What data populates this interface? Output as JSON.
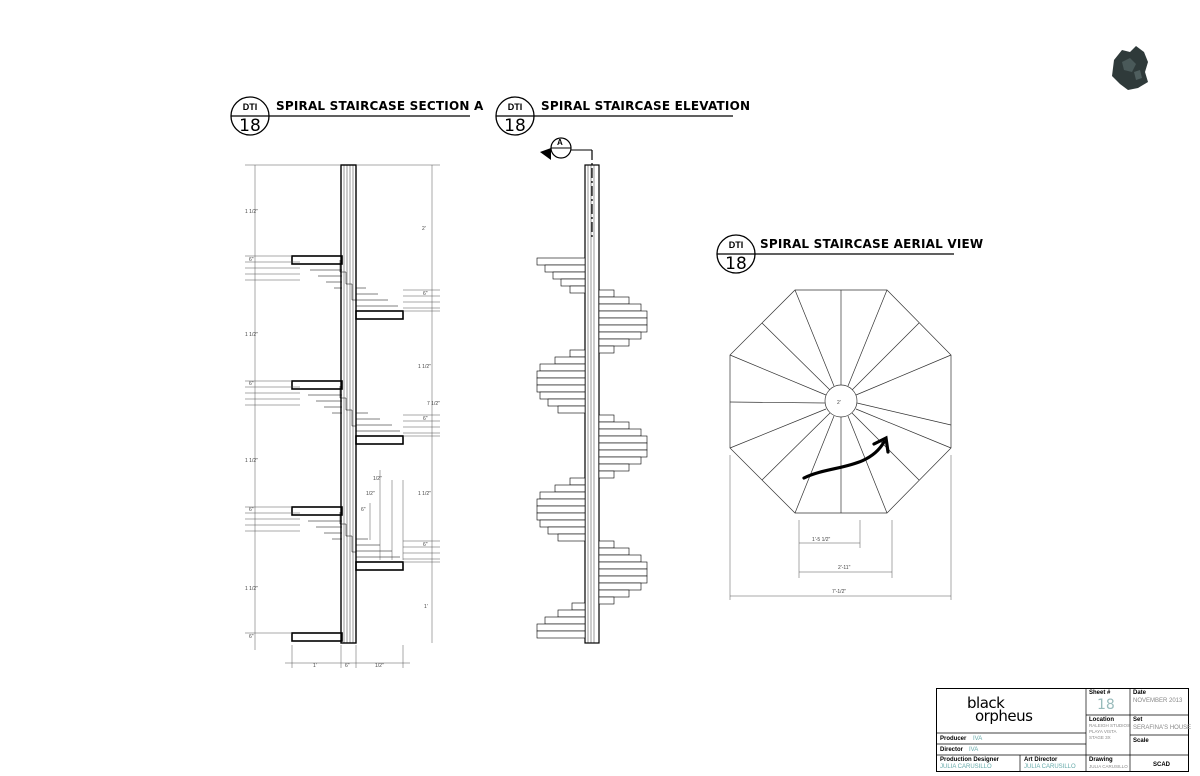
{
  "views": [
    {
      "tag": "DTI",
      "number": "18",
      "title": "SPIRAL STAIRCASE SECTION A"
    },
    {
      "tag": "DTI",
      "number": "18",
      "title": "SPIRAL STAIRCASE ELEVATION"
    },
    {
      "tag": "DTI",
      "number": "18",
      "title": "SPIRAL STAIRCASE AERIAL VIEW"
    }
  ],
  "section_marker": "A",
  "dims": {
    "section_left": [
      "1 1/2\"",
      "1 1/2\"",
      "1 1/2\"",
      "1 1/2\""
    ],
    "section_right": [
      "2'",
      "1 1/2\"",
      "7 1/2\"",
      "1 1/2\"",
      "1'"
    ],
    "tread": "6\"",
    "bottom": [
      "1'",
      "6\"",
      "1/2\""
    ],
    "inner": [
      "1/2\"",
      "1/2\"",
      "6\""
    ],
    "aerial_center": "2'",
    "aerial": [
      "1'-5 1/2\"",
      "2'-11\"",
      "7'-1/2\""
    ]
  },
  "title_block": {
    "logo_line1": "black",
    "logo_line2": "orpheus",
    "sheet_label": "Sheet #",
    "sheet_value": "18",
    "date_label": "Date",
    "date_value": "NOVEMBER 2013",
    "location_label": "Location",
    "location_lines": [
      "RALEIGH STUDIOS",
      "PLAYA VISTA",
      "STAGE 3X"
    ],
    "set_label": "Set",
    "set_value": "SERAFINA'S HOUSE",
    "scale_label": "Scale",
    "producer_label": "Producer",
    "producer_value": "IVA",
    "director_label": "Director",
    "director_value": "IVA",
    "production_designer_label": "Production Designer",
    "production_designer_value": "JULIA CARUSILLO",
    "art_director_label": "Art Director",
    "art_director_value": "JULIA CARUSILLO",
    "drawing_label": "Drawing",
    "drawing_value": "JULIA CARUSILLO",
    "school": "SCAD"
  }
}
